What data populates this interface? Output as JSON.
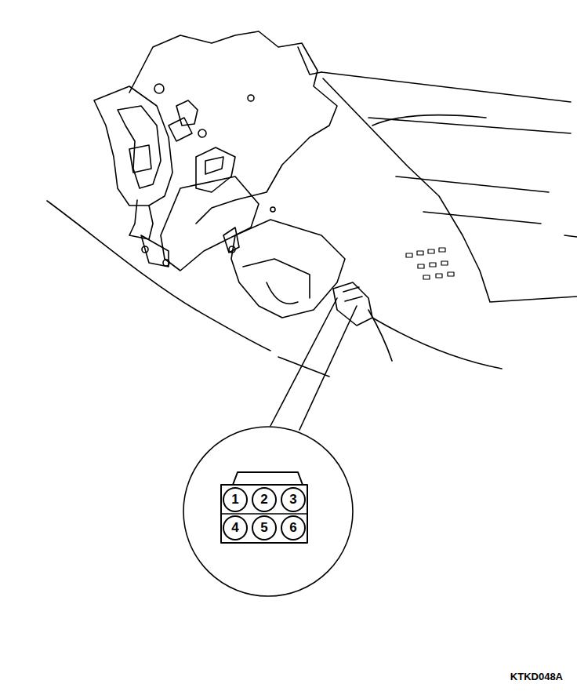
{
  "diagram": {
    "nodes": [
      {
        "text": [
          "1"
        ]
      },
      {
        "text": [
          "2"
        ]
      },
      {
        "text": [
          "3"
        ]
      },
      {
        "text": [
          "4"
        ]
      },
      {
        "text": [
          "5"
        ]
      },
      {
        "text": [
          "6"
        ]
      }
    ],
    "labels": [
      "KTKD048A"
    ]
  }
}
